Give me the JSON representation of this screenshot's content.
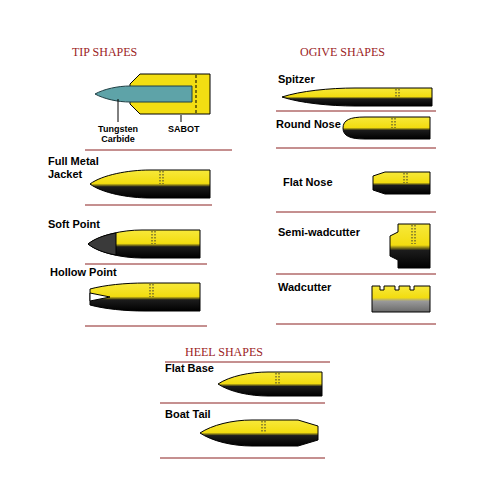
{
  "diagram": {
    "labels": [
      "TIP SHAPES",
      "Tungsten Carbide",
      "SABOT",
      "Full Metal Jacket",
      "Soft Point",
      "Hollow Point",
      "OGIVE SHAPES",
      "Spitzer",
      "Round Nose",
      "Flat Nose",
      "Semi-wadcutter",
      "Wadcutter",
      "HEEL SHAPES",
      "Flat Base",
      "Boat Tail"
    ]
  }
}
